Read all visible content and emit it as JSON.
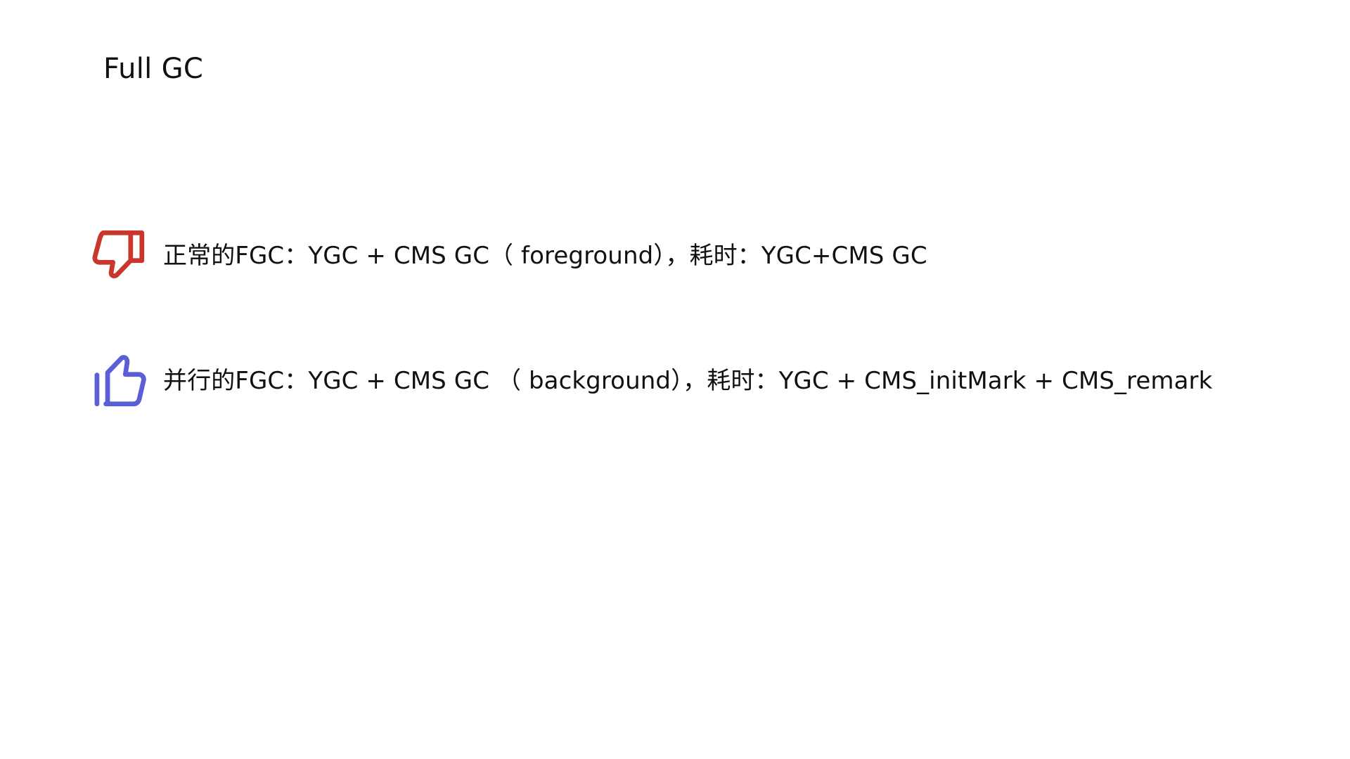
{
  "slide": {
    "title": "Full GC",
    "items": [
      {
        "icon": "thumbs-down-icon",
        "color": "#C9372C",
        "text": "正常的FGC：YGC + CMS GC（ foreground），耗时：YGC+CMS GC"
      },
      {
        "icon": "thumbs-up-icon",
        "color": "#5B5FD6",
        "text": "并行的FGC：YGC + CMS GC （ background），耗时：YGC + CMS_initMark + CMS_remark"
      }
    ]
  }
}
